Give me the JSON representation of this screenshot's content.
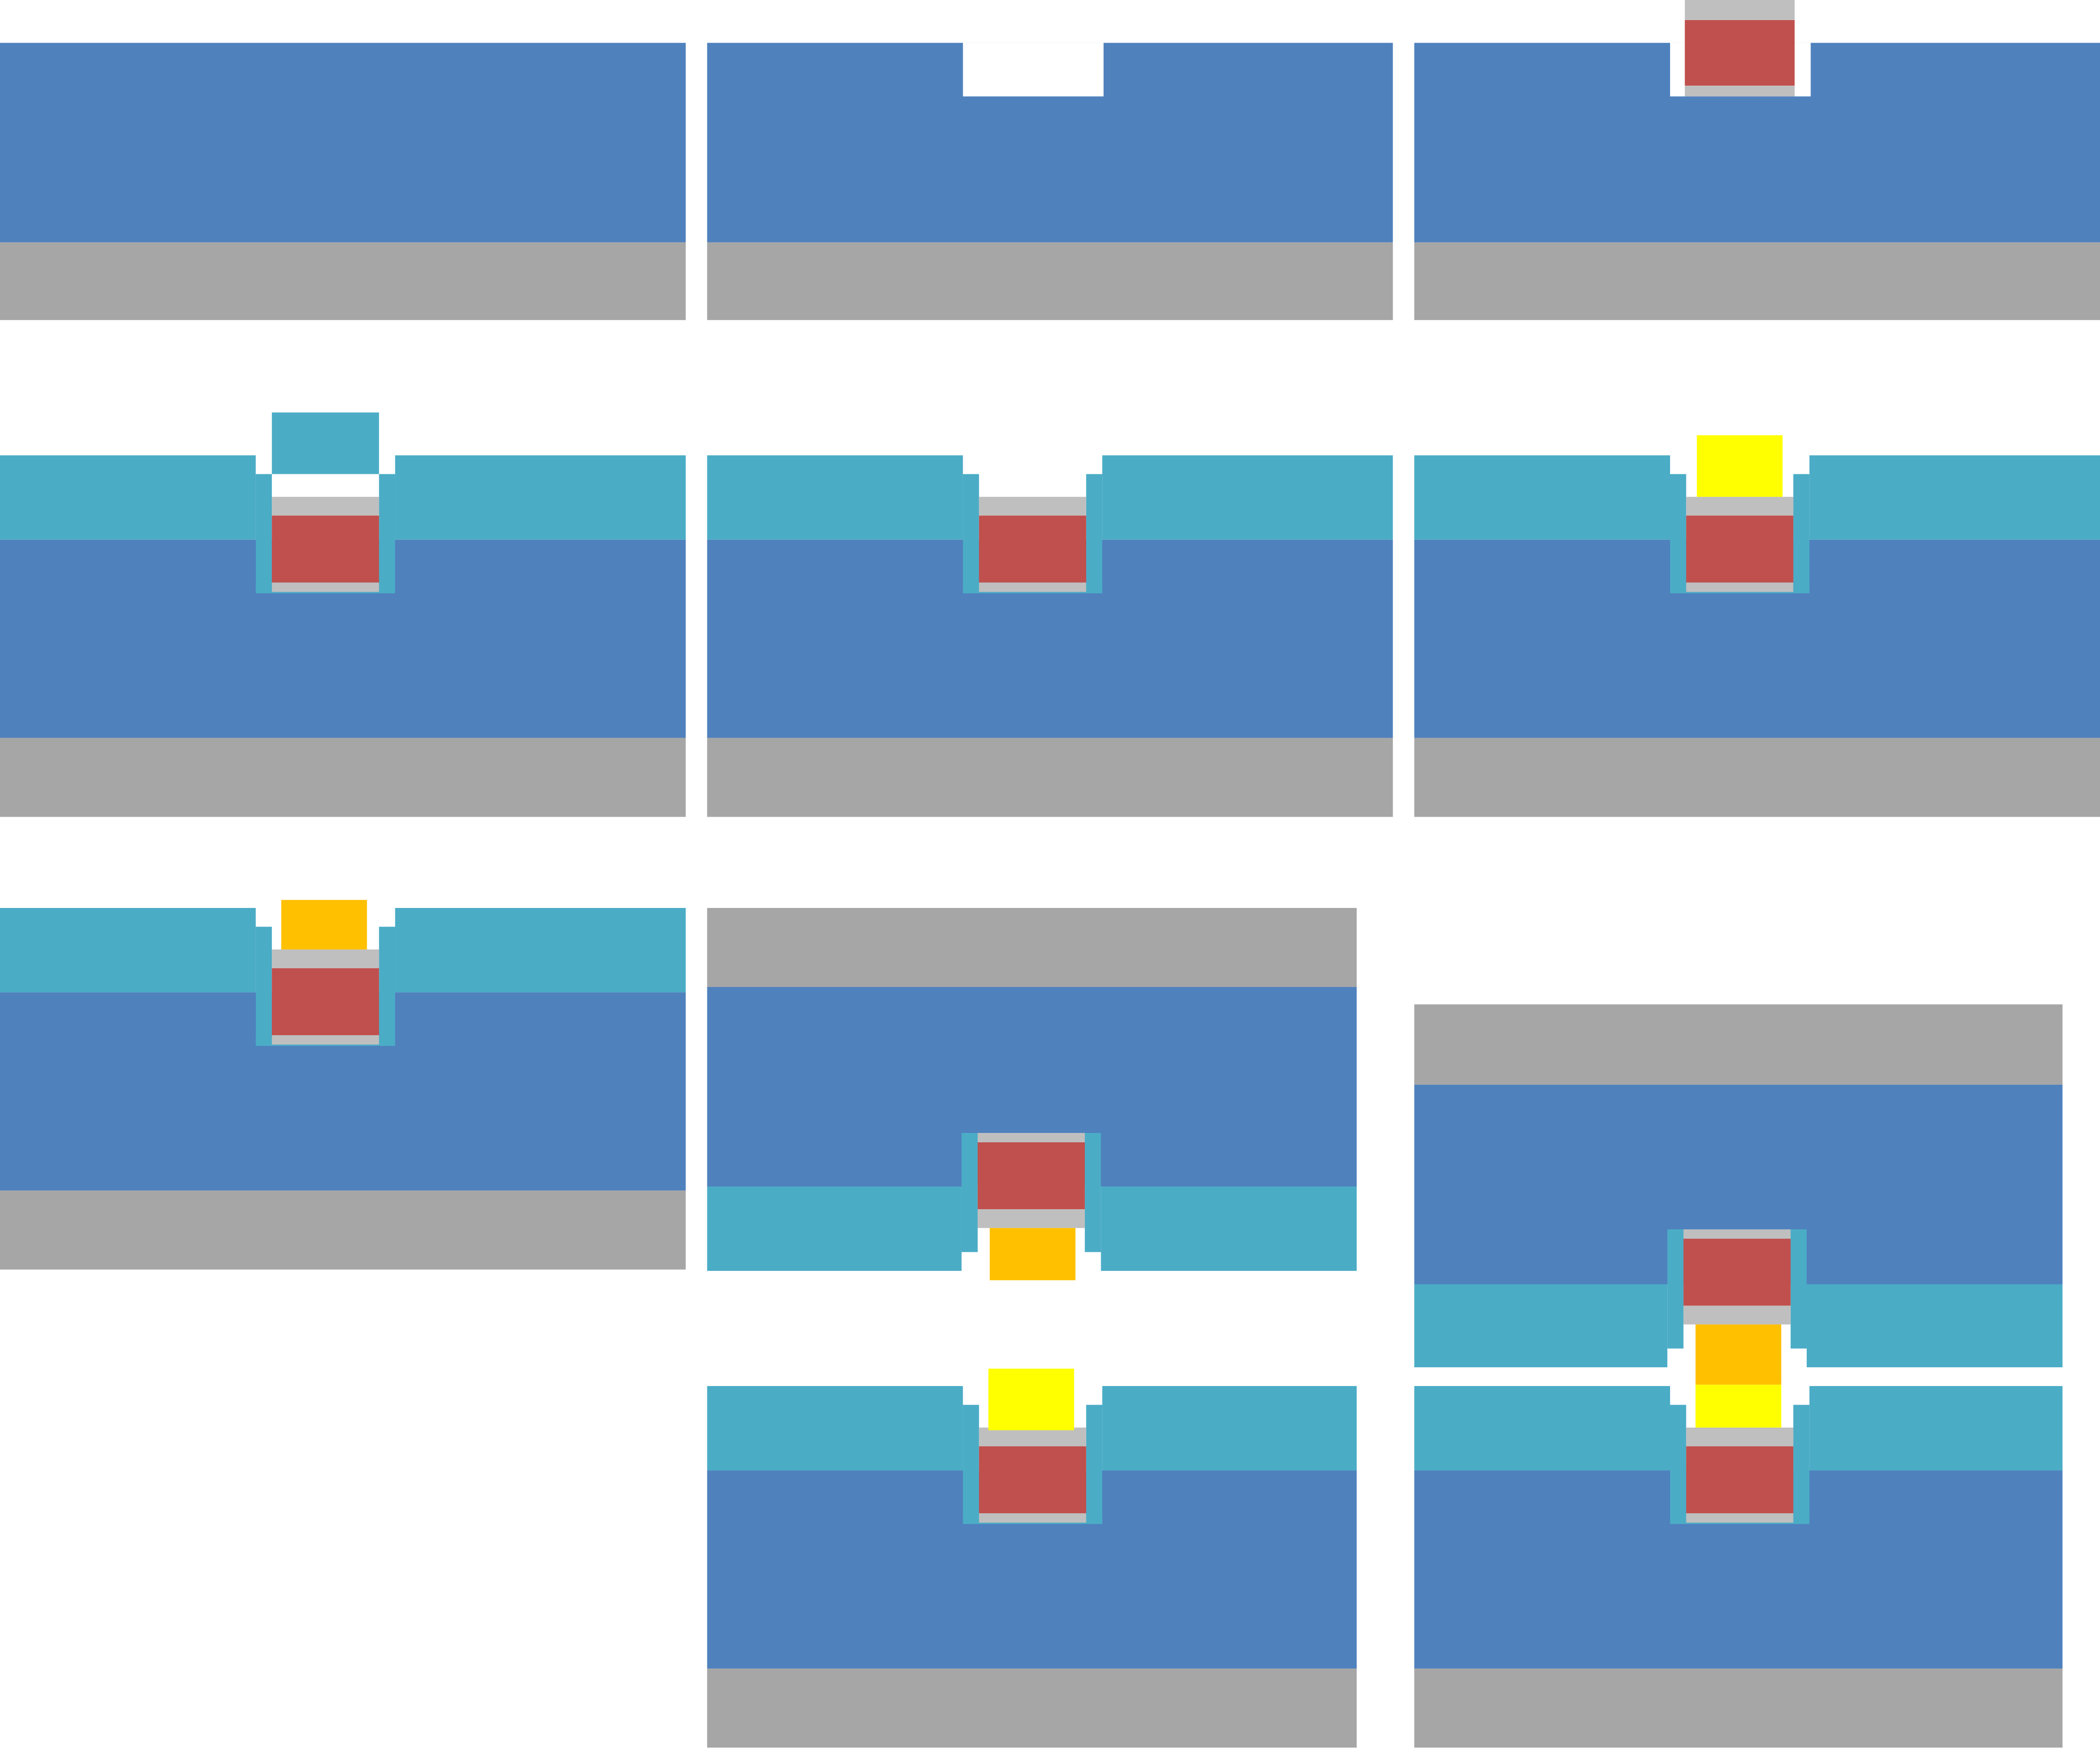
{
  "colors": {
    "background": "#ffffff",
    "substrate": "#a6a6a6",
    "dielectric": "#4f81bd",
    "liner_dielectric": "#4bacc6",
    "barrier": "#bfbfbf",
    "metal": "#c0504d",
    "bond_pad_yellow": "#ffff00",
    "bond_pad_gold": "#ffc000"
  },
  "panels": [
    {
      "name": "step-1-substrate-dielectric"
    },
    {
      "name": "step-2-trench-etch"
    },
    {
      "name": "step-3-metal-fill"
    },
    {
      "name": "step-4-liner-deposition"
    },
    {
      "name": "step-5-liner-opening"
    },
    {
      "name": "step-6-yellow-pad"
    },
    {
      "name": "step-7-gold-pad"
    },
    {
      "name": "step-8-flipped-wafer"
    },
    {
      "name": "step-9-second-wafer"
    },
    {
      "name": "step-10-bonded-stack"
    }
  ]
}
